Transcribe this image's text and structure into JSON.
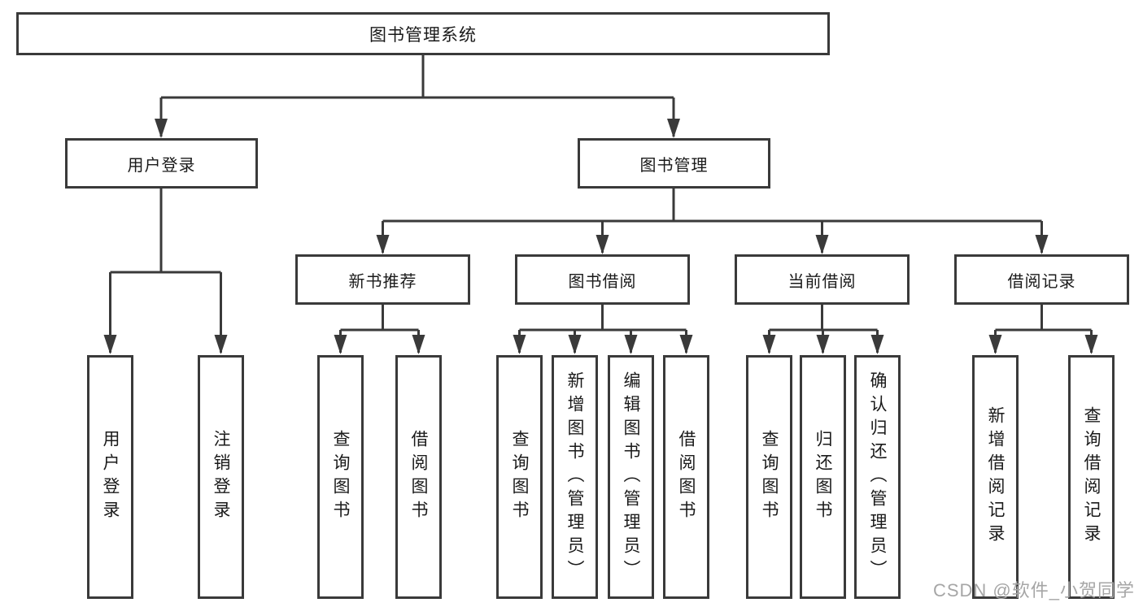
{
  "tree": {
    "root": "图书管理系统",
    "level2": [
      "用户登录",
      "图书管理"
    ],
    "level3": [
      "新书推荐",
      "图书借阅",
      "当前借阅",
      "借阅记录"
    ],
    "leaves": {
      "login": [
        "用户登录",
        "注销登录"
      ],
      "new_books": [
        "查询图书",
        "借阅图书"
      ],
      "book_borrow": [
        "查询图书",
        "新增图书（管理员）",
        "编辑图书（管理员）",
        "借阅图书"
      ],
      "current_borrow": [
        "查询图书",
        "归还图书",
        "确认归还（管理员）"
      ],
      "borrow_records": [
        "新增借阅记录",
        "查询借阅记录"
      ]
    }
  },
  "watermark": {
    "text": "CSDN @软件_小贺同学"
  },
  "colors": {
    "line": "#3a3a3a",
    "text": "#1a1a1a",
    "watermark": "#a6a6a6",
    "background": "#ffffff"
  }
}
